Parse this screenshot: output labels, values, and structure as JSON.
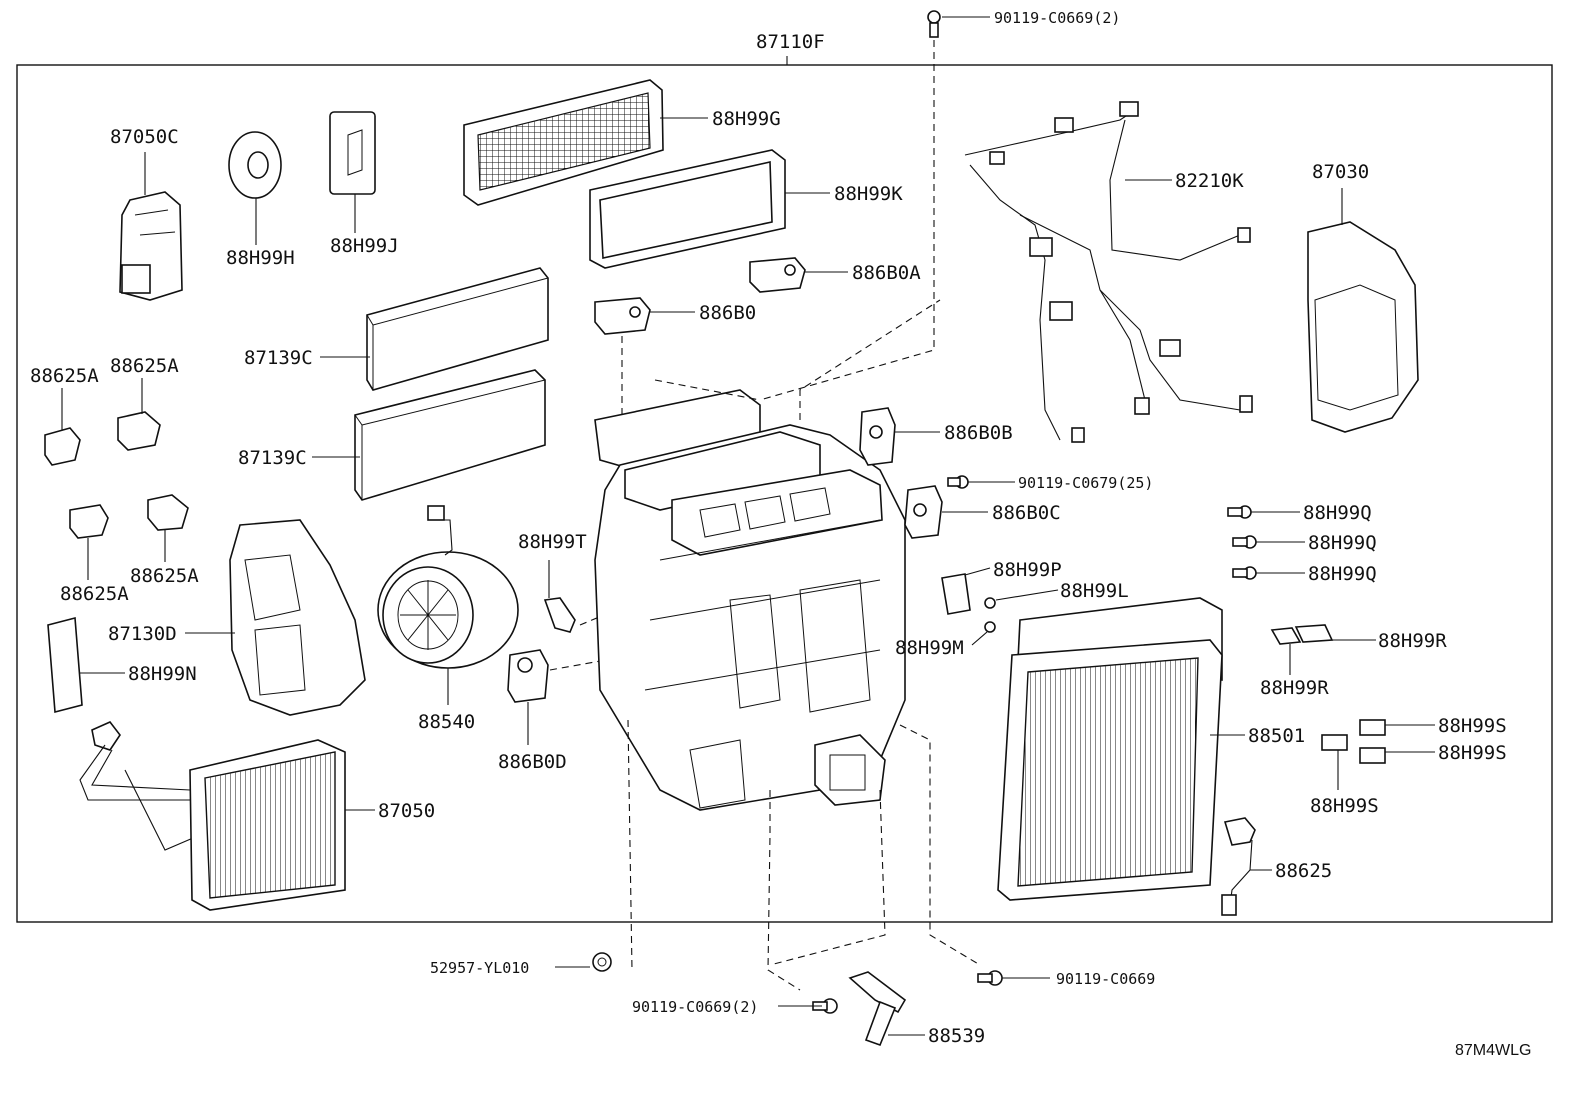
{
  "diagram": {
    "top_label": "87110F",
    "top_bolt": "90119-C0669(2)",
    "ref_code": "87M4WLG",
    "part_labels": {
      "p87050C": "87050C",
      "p88H99H": "88H99H",
      "p88H99J": "88H99J",
      "p88H99G": "88H99G",
      "p88H99K": "88H99K",
      "p886B0A": "886B0A",
      "p886B0": "886B0",
      "p87139C_a": "87139C",
      "p87139C_b": "87139C",
      "p88625A_1": "88625A",
      "p88625A_2": "88625A",
      "p88625A_3": "88625A",
      "p88625A_4": "88625A",
      "p82210K": "82210K",
      "p87030": "87030",
      "p886B0B": "886B0B",
      "p90119_C0679": "90119-C0679(25)",
      "p886B0C": "886B0C",
      "p88H99Q_1": "88H99Q",
      "p88H99Q_2": "88H99Q",
      "p88H99Q_3": "88H99Q",
      "p88H99P": "88H99P",
      "p88H99L": "88H99L",
      "p88H99M": "88H99M",
      "p88H99T": "88H99T",
      "p87130D": "87130D",
      "p88H99N": "88H99N",
      "p88540": "88540",
      "p886B0D": "886B0D",
      "p88H99R_1": "88H99R",
      "p88H99R_2": "88H99R",
      "p88501": "88501",
      "p88H99S_1": "88H99S",
      "p88H99S_2": "88H99S",
      "p88H99S_3": "88H99S",
      "p87050": "87050",
      "p88625": "88625",
      "p52957": "52957-YL010",
      "p90119_C0669_b": "90119-C0669",
      "p90119_C0669_2b": "90119-C0669(2)",
      "p88539": "88539"
    }
  }
}
